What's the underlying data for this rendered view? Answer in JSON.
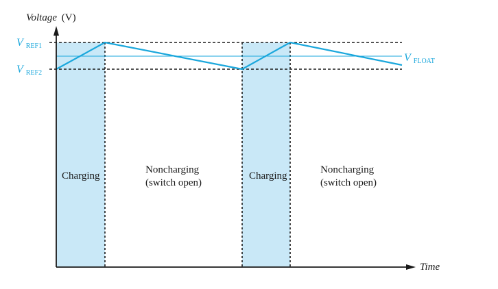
{
  "axes": {
    "y_label_italic": "Voltage",
    "y_label_unit": "(V)",
    "x_label": "Time"
  },
  "levels": {
    "ref1": {
      "main": "V",
      "sub": "REF1"
    },
    "ref2": {
      "main": "V",
      "sub": "REF2"
    },
    "float": {
      "main": "V",
      "sub": "FLOAT"
    }
  },
  "regions": {
    "charging_1": "Charging",
    "noncharging_1": {
      "line1": "Noncharging",
      "line2": "(switch open)"
    },
    "charging_2": "Charging",
    "noncharging_2": {
      "line1": "Noncharging",
      "line2": "(switch open)"
    }
  },
  "colors": {
    "accent": "#1aa7dc",
    "shade": "#c9e8f7",
    "ink": "#1a1a1a"
  }
}
